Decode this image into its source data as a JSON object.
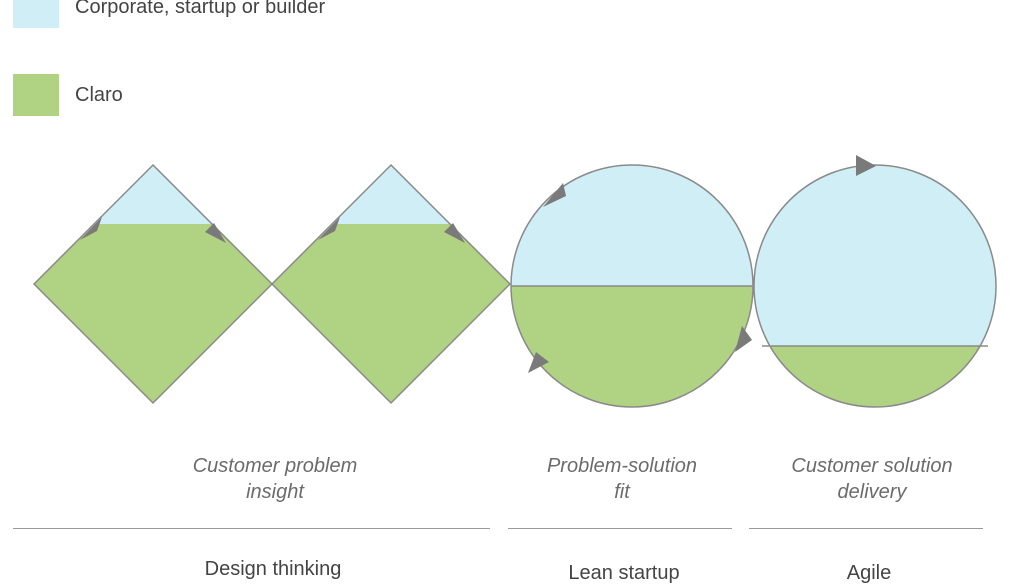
{
  "legend": [
    {
      "label": "Corporate, startup or builder",
      "color": "#cfeef6"
    },
    {
      "label": "Claro",
      "color": "#b0d383"
    }
  ],
  "phases": [
    {
      "line1": "Customer problem",
      "line2": "insight"
    },
    {
      "line1": "Problem-solution",
      "line2": "fit"
    },
    {
      "line1": "Customer solution",
      "line2": "delivery"
    }
  ],
  "methods": [
    "Design thinking",
    "Lean startup",
    "Agile"
  ],
  "shapes": [
    {
      "kind": "diamond",
      "claro_fraction": 0.758
    },
    {
      "kind": "diamond",
      "claro_fraction": 0.758
    },
    {
      "kind": "circle",
      "claro_fraction": 0.5
    },
    {
      "kind": "circle",
      "claro_fraction": 0.26
    }
  ],
  "colors": {
    "stroke": "#8a8a8a",
    "arrow": "#7a7a7a",
    "rule": "#9a9a9a"
  }
}
